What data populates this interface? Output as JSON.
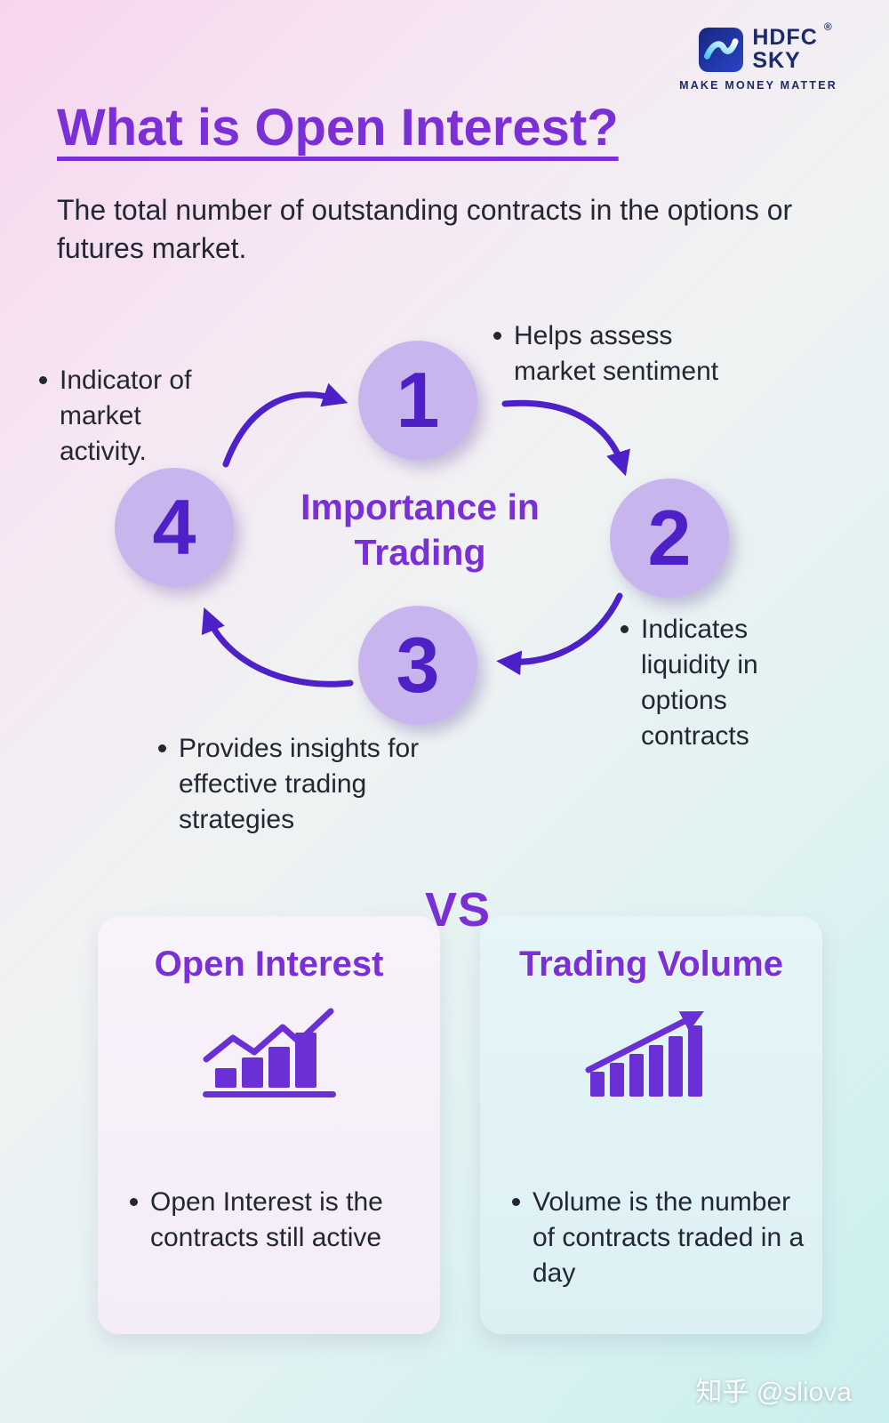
{
  "page": {
    "title": "What is Open Interest?",
    "subtitle": "The total number of outstanding contracts in the options or futures market."
  },
  "logo": {
    "brand_line1": "HDFC",
    "brand_line2": "SKY",
    "registered": "®",
    "tagline": "MAKE MONEY MATTER"
  },
  "cycle": {
    "center_title": "Importance in Trading",
    "steps": [
      {
        "number": "1",
        "label": "Helps assess market sentiment"
      },
      {
        "number": "2",
        "label": "Indicates liquidity in options contracts"
      },
      {
        "number": "3",
        "label": "Provides insights for effective trading strategies"
      },
      {
        "number": "4",
        "label": "Indicator of market activity."
      }
    ]
  },
  "comparison": {
    "vs_label": "VS",
    "left": {
      "title": "Open Interest",
      "icon": "bar-chart-zigzag-line-icon",
      "description": "Open Interest is the contracts still active"
    },
    "right": {
      "title": "Trading Volume",
      "icon": "bar-chart-rising-arrow-icon",
      "description": "Volume is the number of contracts traded in a day"
    }
  },
  "watermark": "知乎 @sliova",
  "colors": {
    "accent": "#7B2FD6",
    "deep": "#4E21C8",
    "circle": "#C9B5EE",
    "ink": "#222733",
    "navy": "#1B2A6B",
    "icon": "#6B2FD6"
  }
}
